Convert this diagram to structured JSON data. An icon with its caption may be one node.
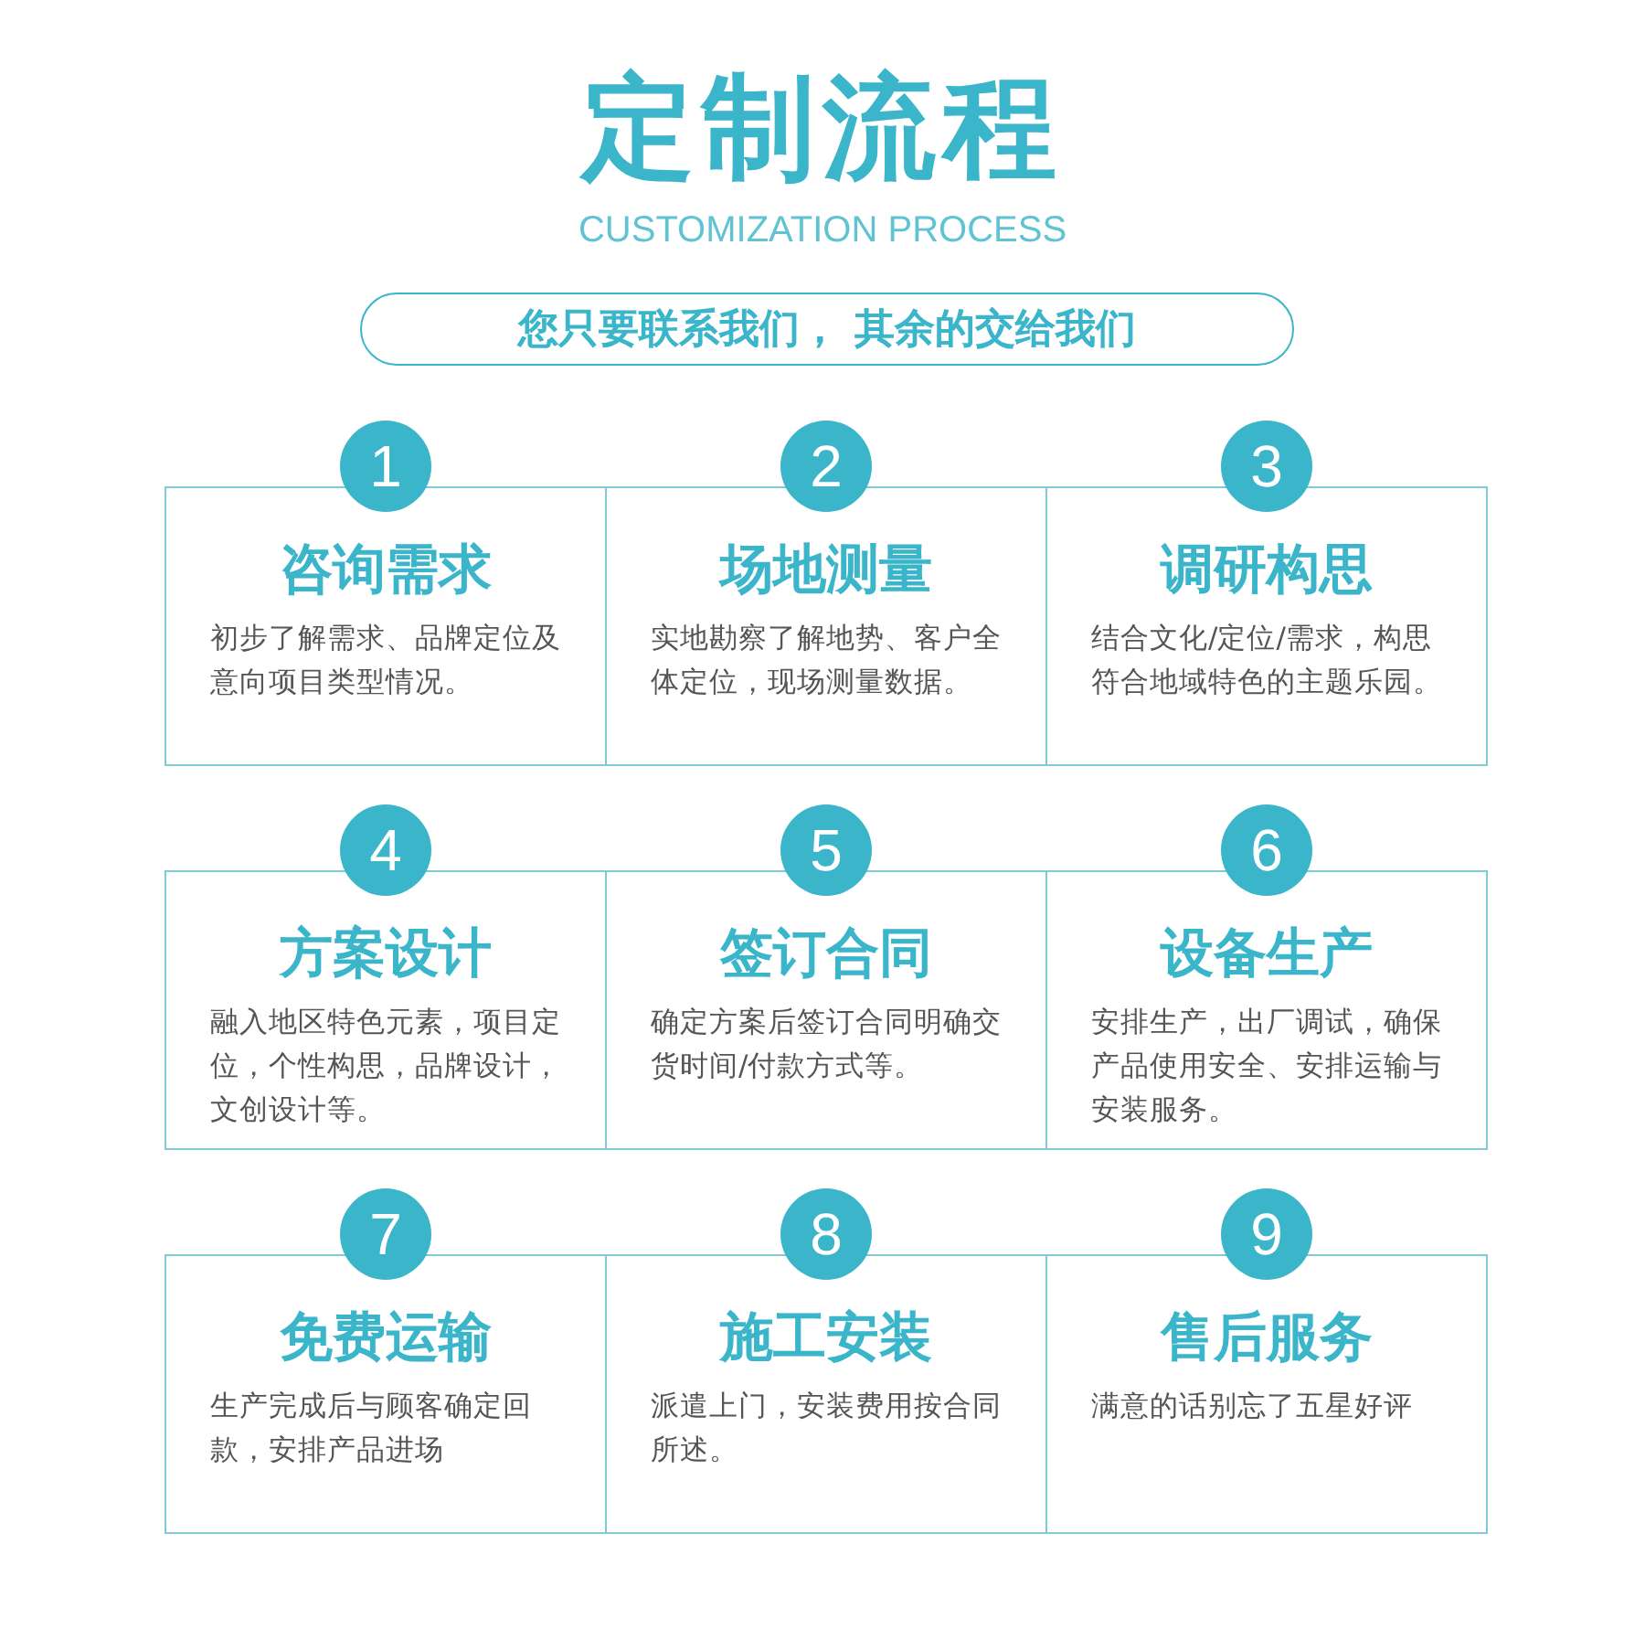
{
  "diagram": {
    "title": "定制流程",
    "labels": [
      "CUSTOMIZATION PROCESS"
    ],
    "nodes": [
      {
        "text": [
          "您只要联系我们， 其余的交给我们"
        ]
      },
      {
        "text": [
          "1"
        ]
      },
      {
        "text": [
          "咨询需求",
          "初步了解需求、品牌定位及意向项目类型情况。"
        ]
      },
      {
        "text": [
          "2"
        ]
      },
      {
        "text": [
          "场地测量",
          "实地勘察了解地势、客户全体定位，现场测量数据。"
        ]
      },
      {
        "text": [
          "3"
        ]
      },
      {
        "text": [
          "调研构思",
          "结合文化/定位/需求，构思符合地域特色的主题乐园。"
        ]
      },
      {
        "text": [
          "4"
        ]
      },
      {
        "text": [
          "方案设计",
          "融入地区特色元素，项目定位，个性构思，品牌设计，文创设计等。"
        ]
      },
      {
        "text": [
          "5"
        ]
      },
      {
        "text": [
          "签订合同",
          "确定方案后签订合同明确交货时间/付款方式等。"
        ]
      },
      {
        "text": [
          "6"
        ]
      },
      {
        "text": [
          "设备生产",
          "安排生产，出厂调试，确保产品使用安全、安排运输与安装服务。"
        ]
      },
      {
        "text": [
          "7"
        ]
      },
      {
        "text": [
          "免费运输",
          "生产完成后与顾客确定回款，安排产品进场"
        ]
      },
      {
        "text": [
          "8"
        ]
      },
      {
        "text": [
          "施工安装",
          "派遣上门，安装费用按合同所述。"
        ]
      },
      {
        "text": [
          "9"
        ]
      },
      {
        "text": [
          "售后服务",
          "满意的话别忘了五星好评"
        ]
      }
    ]
  }
}
